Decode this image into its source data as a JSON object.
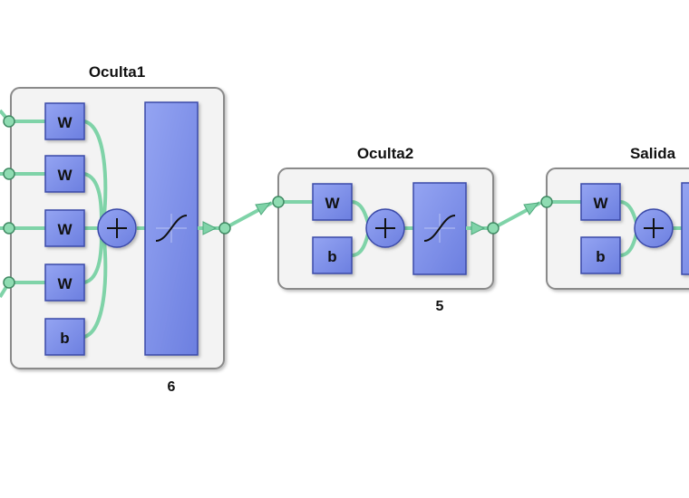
{
  "colors": {
    "wire": "#7fd3a8",
    "wire_dark": "#4ea87b",
    "block_fill": "#7b8ee8",
    "block_stroke": "#3a4aa8",
    "layer_fill": "#f3f3f3",
    "layer_stroke": "#8a8a8a"
  },
  "layers": [
    {
      "title": "Oculta1",
      "size": "6",
      "weight_label": "W",
      "bias_label": "b",
      "sum_icon": "plus-icon",
      "transfer_icon": "sigmoid-icon"
    },
    {
      "title": "Oculta2",
      "size": "5",
      "weight_label": "W",
      "bias_label": "b",
      "sum_icon": "plus-icon",
      "transfer_icon": "sigmoid-icon"
    },
    {
      "title": "Salida",
      "weight_label": "W",
      "bias_label": "b",
      "sum_icon": "plus-icon"
    }
  ]
}
